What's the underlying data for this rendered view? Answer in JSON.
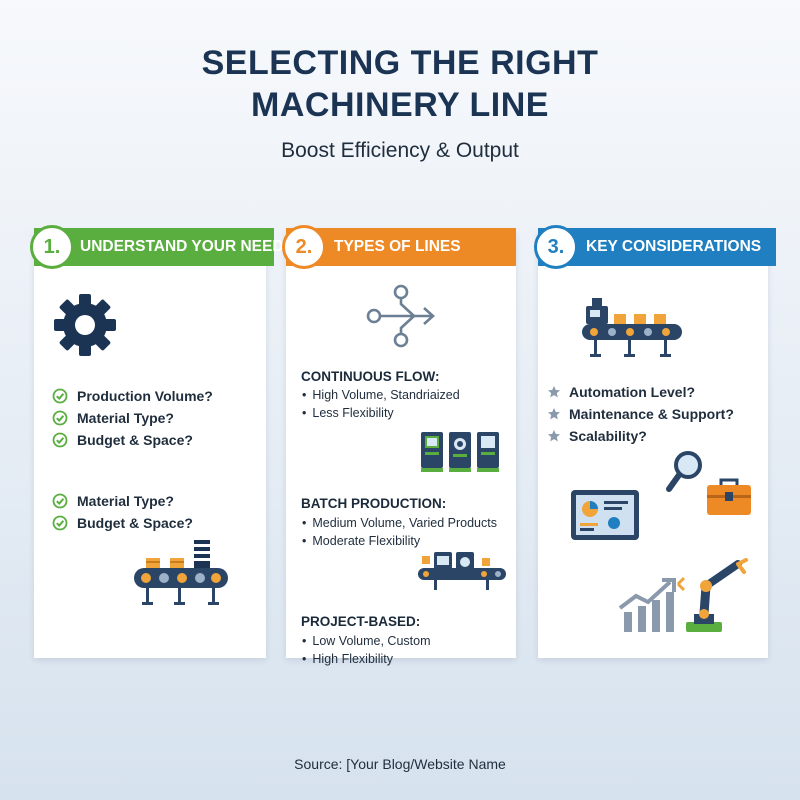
{
  "title_line1": "SELECTING THE RIGHT",
  "title_line2": "MACHINERY LINE",
  "subtitle": "Boost Efficiency & Output",
  "colors": {
    "green": "#5aae3f",
    "orange": "#ee8a26",
    "blue": "#1f7fc0",
    "navy": "#1b3453"
  },
  "sections": [
    {
      "number": "1.",
      "title": "UNDERSTAND YOUR NEEDS",
      "icon": "gear-icon",
      "list_a": [
        "Production Volume?",
        "Material Type?",
        "Budget & Space?"
      ],
      "list_b": [
        "Material Type?",
        "Budget & Space?"
      ]
    },
    {
      "number": "2.",
      "title": "TYPES OF LINES",
      "icon": "flow-split-icon",
      "types": [
        {
          "name": "CONTINUOUS FLOW:",
          "bullets": [
            "High Volume, Standriaized",
            "Less Flexibility"
          ]
        },
        {
          "name": "BATCH PRODUCTION:",
          "bullets": [
            "Medium Volume, Varied Products",
            "Moderate Flexibility"
          ]
        },
        {
          "name": "PROJECT-BASED:",
          "bullets": [
            "Low Volume, Custom",
            "High Flexibility"
          ]
        }
      ]
    },
    {
      "number": "3.",
      "title": "KEY CONSIDERATIONS",
      "icon": "conveyor-icon",
      "items": [
        "Automation Level?",
        "Maintenance & Support?",
        "Scalability?"
      ]
    }
  ],
  "source": "Source: [Your Blog/Website Name"
}
